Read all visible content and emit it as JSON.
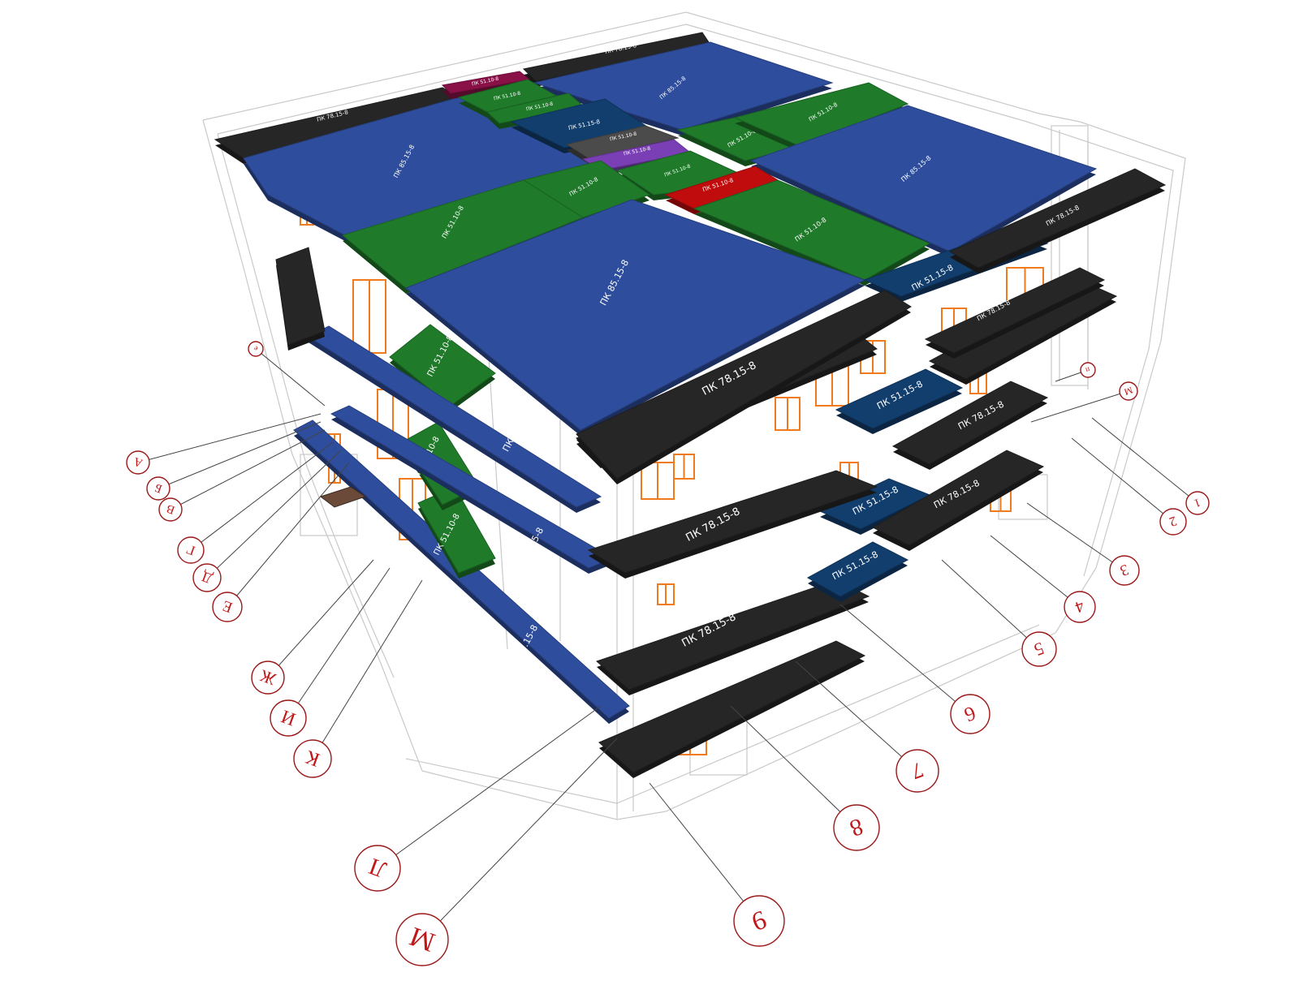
{
  "colors": {
    "blue": "#2e4d9c",
    "green": "#1f7a2a",
    "black": "#262626",
    "navy": "#123e6e",
    "red": "#c00c0c",
    "purple": "#7b3fb5",
    "maroon": "#8a1048",
    "gray": "#4b4b4b",
    "orange": "#f07a1e",
    "wire": "#c9c9c9",
    "bubble_stroke": "#9a1818"
  },
  "slab_labels": {
    "blue_large": "ПК 85.15-8",
    "green": "ПК 51.10-8",
    "black": "ПК 78.15-8",
    "navy": "ПК 51.15-8",
    "small": "ПК 51.10-8"
  },
  "axes": {
    "letters": [
      "А",
      "Б",
      "В",
      "Г",
      "Д",
      "Е",
      "Ж",
      "И",
      "К",
      "Л",
      "М"
    ],
    "numbers": [
      "1",
      "2",
      "3",
      "4",
      "5",
      "6",
      "7",
      "8",
      "9"
    ],
    "small_letters": [
      "е",
      "п",
      "М"
    ]
  }
}
